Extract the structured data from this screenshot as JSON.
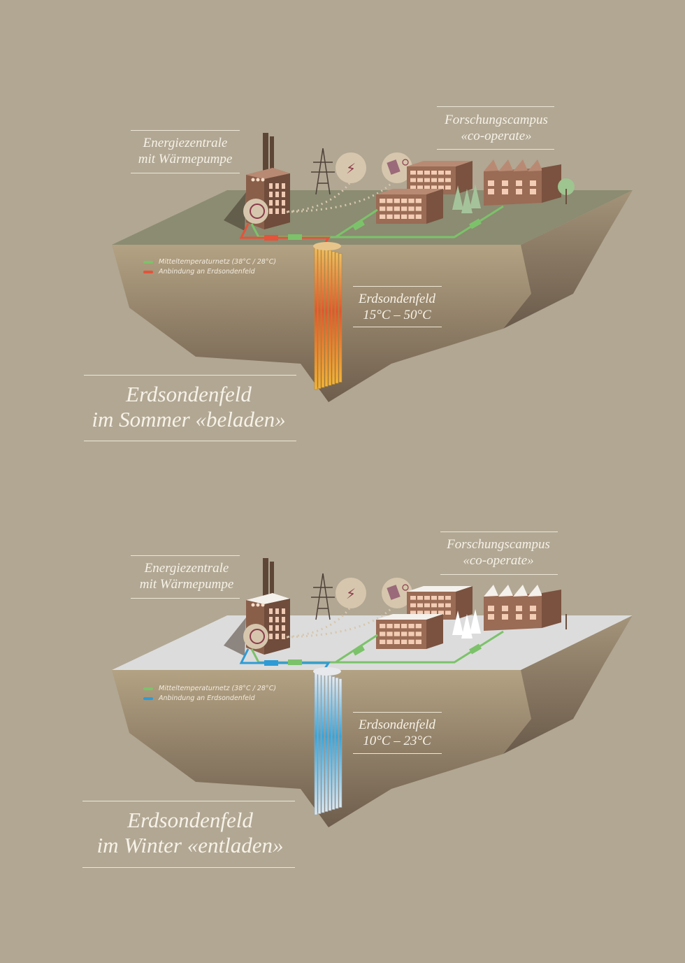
{
  "colors": {
    "background": "#b1a793",
    "network": "#7cc26a",
    "summer_link": "#e4533a",
    "winter_link": "#2e9bd6",
    "summer_surface": "#8b8c72",
    "winter_surface": "#dcdcdc",
    "building": "#8a5f4a"
  },
  "panels": [
    {
      "id": "summer",
      "plant_label": [
        "Energiezentrale",
        "mit Wärmepumpe"
      ],
      "campus_label": [
        "Forschungscampus",
        "«co-operate»"
      ],
      "field_label": [
        "Erdsondenfeld",
        "15°C – 50°C"
      ],
      "title": [
        "Erdsondenfeld",
        "im Sommer «beladen»"
      ],
      "legend": [
        {
          "label": "Mitteltemperaturnetz (38°C / 28°C)",
          "color": "#7cc26a"
        },
        {
          "label": "Anbindung an Erdsondenfeld",
          "color": "#e4533a"
        }
      ]
    },
    {
      "id": "winter",
      "plant_label": [
        "Energiezentrale",
        "mit Wärmepumpe"
      ],
      "campus_label": [
        "Forschungscampus",
        "«co-operate»"
      ],
      "field_label": [
        "Erdsondenfeld",
        "10°C – 23°C"
      ],
      "title": [
        "Erdsondenfeld",
        "im Winter «entladen»"
      ],
      "legend": [
        {
          "label": "Mitteltemperaturnetz (38°C / 28°C)",
          "color": "#7cc26a"
        },
        {
          "label": "Anbindung an Erdsondenfeld",
          "color": "#2e9bd6"
        }
      ]
    }
  ]
}
